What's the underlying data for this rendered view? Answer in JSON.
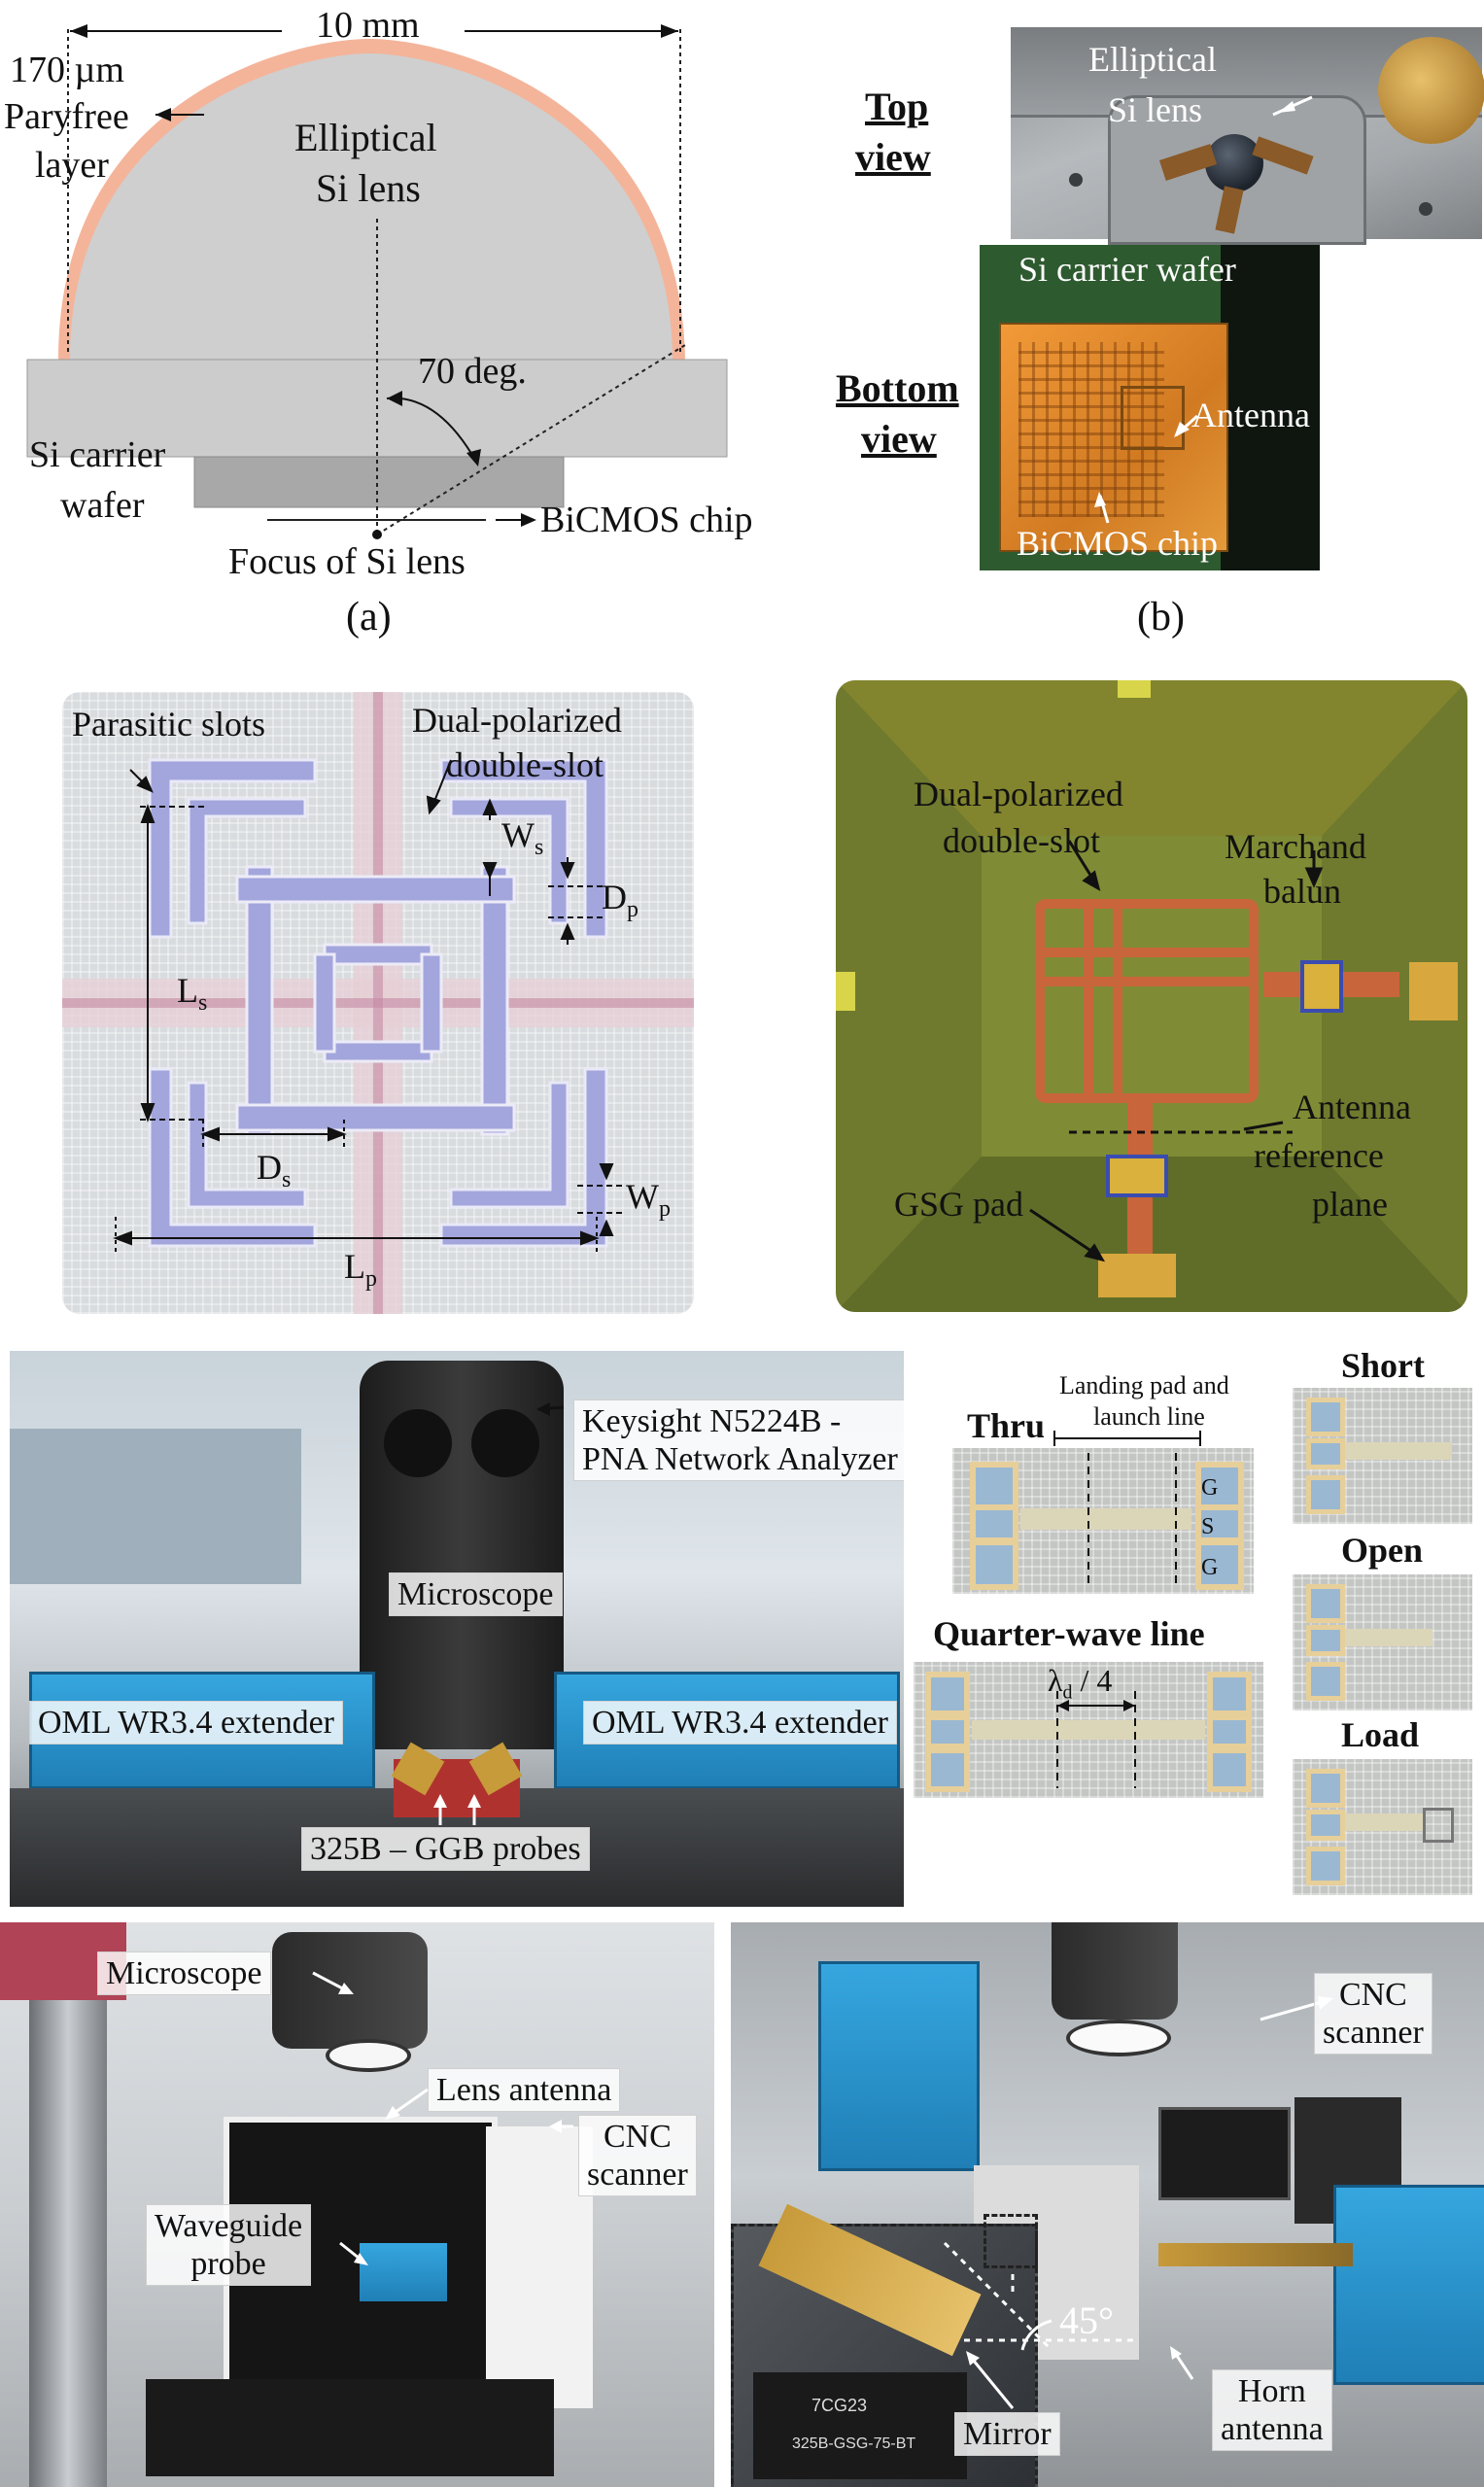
{
  "panel_a": {
    "dim_width": "10 mm",
    "thickness": "170 µm",
    "paryfree_line1": "Paryfree",
    "paryfree_line2": "layer",
    "lens_line1": "Elliptical",
    "lens_line2": "Si lens",
    "angle": "70 deg.",
    "carrier_line1": "Si carrier",
    "carrier_line2": "wafer",
    "chip": "BiCMOS chip",
    "focus": "Focus of Si lens",
    "caption": "(a)"
  },
  "panel_b": {
    "top_view_line1": "Top",
    "top_view_line2": "view",
    "lens_line1": "Elliptical",
    "lens_line2": "Si lens",
    "bottom_view_line1": "Bottom",
    "bottom_view_line2": "view",
    "carrier": "Si carrier wafer",
    "antenna": "Antenna",
    "chip": "BiCMOS chip",
    "caption": "(b)"
  },
  "panel_c": {
    "parasitic": "Parasitic slots",
    "dual_line1": "Dual-polarized",
    "dual_line2": "double-slot",
    "Ws": "W",
    "Ws_sub": "s",
    "Ls": "L",
    "Ls_sub": "s",
    "Dp": "D",
    "Dp_sub": "p",
    "Ds": "D",
    "Ds_sub": "s",
    "Wp": "W",
    "Wp_sub": "p",
    "Lp": "L",
    "Lp_sub": "p"
  },
  "panel_d": {
    "dual_line1": "Dual-polarized",
    "dual_line2": "double-slot",
    "balun_line1": "Marchand",
    "balun_line2": "balun",
    "ref_line1": "Antenna",
    "ref_line2": "reference",
    "ref_line3": "plane",
    "gsg": "GSG pad"
  },
  "panel_e": {
    "pna_line1": "Keysight N5224B -",
    "pna_line2": "PNA Network Analyzer",
    "microscope": "Microscope",
    "extender_left": "OML WR3.4 extender",
    "extender_right": "OML WR3.4 extender",
    "probes": "325B – GGB probes"
  },
  "panel_f": {
    "landing_line1": "Landing pad and",
    "landing_line2": "launch line",
    "thru": "Thru",
    "g1": "G",
    "s": "S",
    "g2": "G",
    "quarter": "Quarter-wave line",
    "lambda": "λ",
    "lambda_sub": "d",
    "lambda_tail": " / 4",
    "short": "Short",
    "open": "Open",
    "load": "Load"
  },
  "panel_g": {
    "microscope": "Microscope",
    "lens_antenna": "Lens antenna",
    "cnc_line1": "CNC",
    "cnc_line2": "scanner",
    "probe_line1": "Waveguide",
    "probe_line2": "probe"
  },
  "panel_h": {
    "cnc_line1": "CNC",
    "cnc_line2": "scanner",
    "angle": "45°",
    "mirror": "Mirror",
    "horn_line1": "Horn",
    "horn_line2": "antenna",
    "probe_text1": "7CG23",
    "probe_text2": "325B-GSG-75-BT"
  },
  "colors": {
    "lens_gray": "#cfcfcf",
    "coating": "#f4b49a",
    "wafer": "#cccccc",
    "wafer_dark": "#a8a8a8",
    "chip_orange": "#e6962e",
    "extender_blue": "#2b8fc9",
    "chip_green": "#6f7a2e",
    "slot_purple": "#a3a6dd"
  }
}
